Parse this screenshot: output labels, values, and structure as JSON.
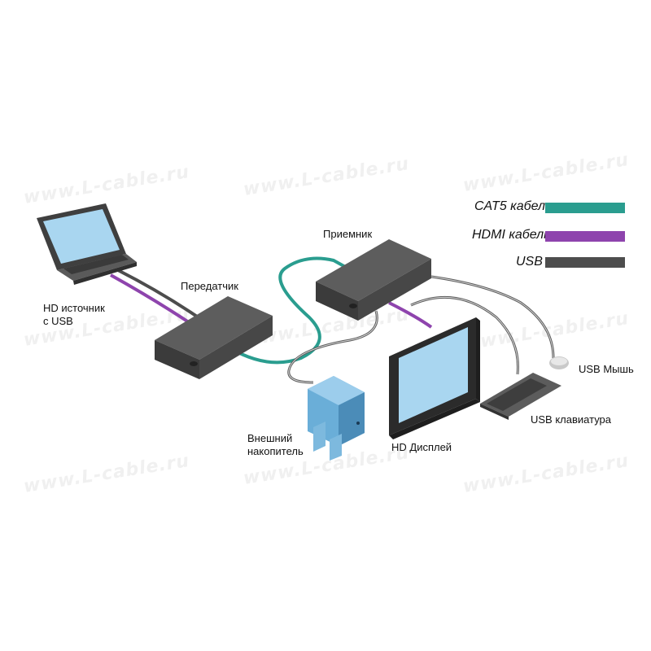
{
  "watermark": {
    "site": "www.L-cable.ru"
  },
  "legend": {
    "items": [
      {
        "label": "CAT5  кабель",
        "color": "#2a9d8f"
      },
      {
        "label": "HDMI  кабель",
        "color": "#8e44ad"
      },
      {
        "label": "USB",
        "color": "#4d4d4d"
      }
    ]
  },
  "labels": {
    "receiver": "Приемник",
    "transmitter": "Передатчик",
    "source_line1": "HD источник",
    "source_line2": "с USB",
    "usb_mouse": "USB Мышь",
    "usb_keyboard": "USB клавиатура",
    "external_storage_line1": "Внешний",
    "external_storage_line2": "накопитель",
    "hd_display": "HD Дисплей"
  },
  "colors": {
    "cat5": "#2a9d8f",
    "hdmi": "#8e44ad",
    "usb": "#4d4d4d",
    "device_body": "#4a4a4a",
    "device_top": "#5c5c5c",
    "screen": "#a9d6f0"
  }
}
